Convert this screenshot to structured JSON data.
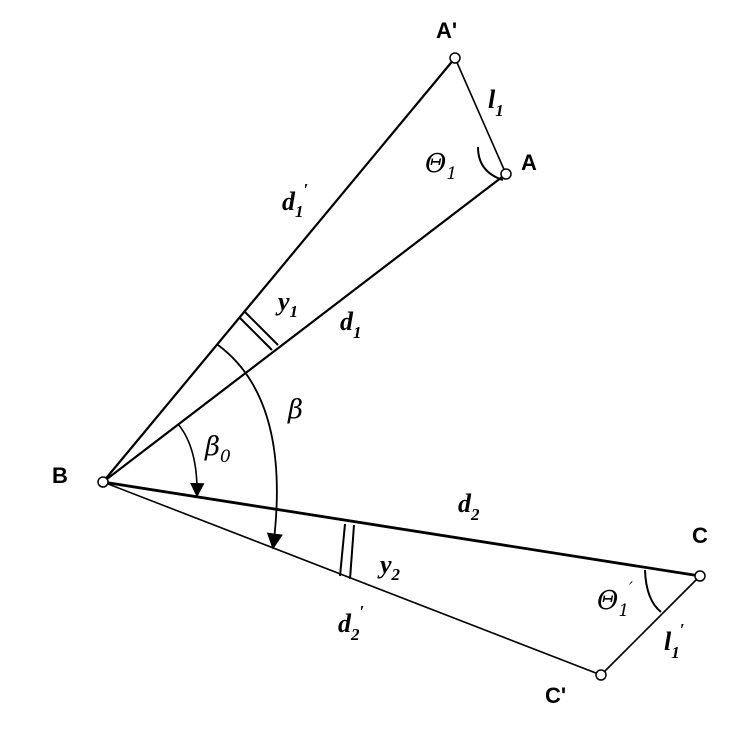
{
  "points": {
    "A_prime": "A'",
    "A": "A",
    "B": "B",
    "C": "C",
    "C_prime": "C'"
  },
  "labels": {
    "l1": {
      "main": "l",
      "sub": "1",
      "sup": ""
    },
    "theta1": {
      "main": "Θ",
      "sub": "1",
      "sup": ""
    },
    "d1_prime": {
      "main": "d",
      "sub": "1",
      "sup": "′"
    },
    "y1": {
      "main": "y",
      "sub": "1",
      "sup": ""
    },
    "d1": {
      "main": "d",
      "sub": "1",
      "sup": ""
    },
    "beta": {
      "main": "β",
      "sub": "",
      "sup": ""
    },
    "beta0": {
      "main": "β",
      "sub": "0",
      "sup": ""
    },
    "d2": {
      "main": "d",
      "sub": "2",
      "sup": ""
    },
    "y2": {
      "main": "y",
      "sub": "2",
      "sup": ""
    },
    "d2_prime": {
      "main": "d",
      "sub": "2",
      "sup": "′"
    },
    "theta1_prime": {
      "main": "Θ",
      "sub": "1",
      "sup": "′"
    },
    "l1_prime": {
      "main": "l",
      "sub": "1",
      "sup": "′"
    }
  }
}
